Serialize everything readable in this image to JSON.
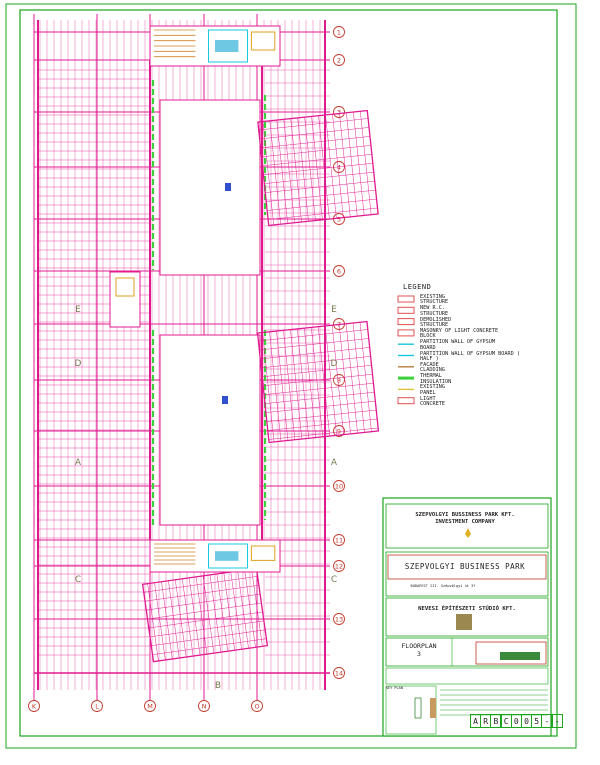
{
  "colors": {
    "structure": "#e0198f",
    "partition": "#18c8e0",
    "insulation": "#3ad13a",
    "frame": "#1aa51a",
    "ink": "#222222",
    "accent": "#c0392b"
  },
  "grid": {
    "rows": [
      "1",
      "2",
      "3",
      "4",
      "5",
      "6",
      "7",
      "8",
      "9",
      "10",
      "11",
      "12",
      "13",
      "14"
    ],
    "cols": [
      "K",
      "L",
      "M",
      "N",
      "O"
    ],
    "zone_labels": [
      "E",
      "E",
      "D",
      "D",
      "A",
      "A",
      "C",
      "C",
      "B"
    ]
  },
  "legend": {
    "title": "LEGEND",
    "items": [
      {
        "label": "EXISTING\nSTRUCTURE",
        "kind": "box",
        "color": "#e05050"
      },
      {
        "label": "NEW R.C.\nSTRUCTURE",
        "kind": "box",
        "color": "#e05050"
      },
      {
        "label": "DEMOLISHED\nSTRUCTURE",
        "kind": "box",
        "color": "#e05050"
      },
      {
        "label": "MASONRY OF LIGHT CONCRETE\nBLOCK",
        "kind": "box",
        "color": "#e05050"
      },
      {
        "label": "PARTITION WALL OF GYPSUM\nBOARD",
        "kind": "line",
        "color": "#18c8e0"
      },
      {
        "label": "PARTITION WALL OF GYPSUM BOARD (\nHALF )",
        "kind": "line",
        "color": "#18c8e0"
      },
      {
        "label": "FACADE\nCLADDING",
        "kind": "line",
        "color": "#b08040"
      },
      {
        "label": "THERMAL\nINSULATION",
        "kind": "thick",
        "color": "#3ad13a"
      },
      {
        "label": "EXISTING\nPANEL",
        "kind": "line",
        "color": "#e0c040"
      },
      {
        "label": "LIGHT\nCONCRETE",
        "kind": "box",
        "color": "#e05050"
      }
    ]
  },
  "title_block": {
    "client": "SZEPVOLGYI BUSSINESS PARK KFT.\nINVESTMENT COMPANY",
    "project": "SZEPVOLGYI BUSINESS PARK",
    "address": "BUDAPEST III. Szépvölgyi út 37",
    "architect": "NEVESI ÉPÍTÉSZETI STÚDIÓ KFT.",
    "sheet_title": "FLOORPLAN\n3",
    "key_plan": "KEY PLAN",
    "drawing_no": [
      "A",
      "R",
      "B",
      "C",
      "0",
      "0",
      "5",
      "-",
      "-"
    ]
  }
}
